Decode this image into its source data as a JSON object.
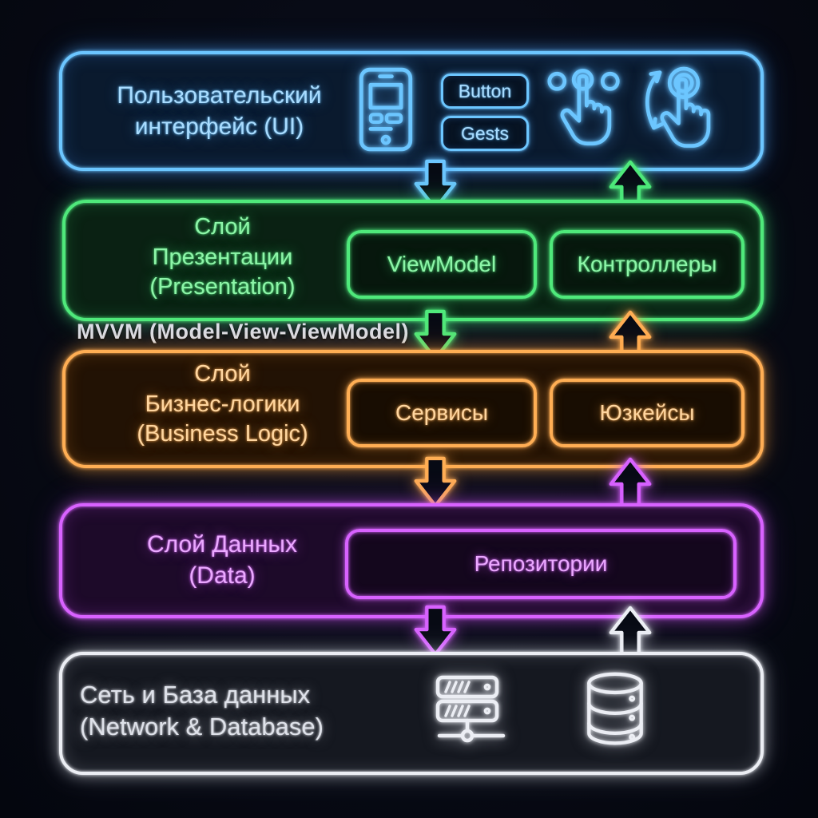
{
  "diagram_title": "MVVM architecture layers (neon diagram)",
  "colors": {
    "background": "#070a14",
    "ui_blue": "#6cc6ff",
    "presentation_green": "#4fe97b",
    "business_orange": "#ffae54",
    "data_purple": "#d862ff",
    "network_white": "#eceef4"
  },
  "ui_layer": {
    "title_line1": "Пользовательский",
    "title_line2": "интерфейс (UI)",
    "button_label": "Button",
    "gests_label": "Gests",
    "icons": [
      "smartphone-icon",
      "tap-buttons-icon",
      "swipe-tap-icon"
    ]
  },
  "presentation_layer": {
    "title_line1": "Слой",
    "title_line2": "Презентации",
    "title_line3": "(Presentation)",
    "box1": "ViewModel",
    "box2": "Контроллеры"
  },
  "mvvm_note": "MVVM (Model-View-ViewModel)",
  "business_layer": {
    "title_line1": "Слой",
    "title_line2": "Бизнес-логики",
    "title_line3": "(Business Logic)",
    "box1": "Сервисы",
    "box2": "Юзкейсы"
  },
  "data_layer": {
    "title_line1": "Слой Данных",
    "title_line2": "(Data)",
    "box1": "Репозитории"
  },
  "network_layer": {
    "title_line1": "Сеть и База данных",
    "title_line2": "(Network & Database)",
    "icons": [
      "server-icon",
      "database-icon"
    ]
  },
  "flow_arrows": [
    {
      "between": "ui-presentation",
      "down_color": "#6cc6ff",
      "up_color": "#4fe97b"
    },
    {
      "between": "presentation-business",
      "down_color": "#4fe97b",
      "up_color": "#ffae54"
    },
    {
      "between": "business-data",
      "down_color": "#ffae54",
      "up_color": "#d862ff"
    },
    {
      "between": "data-network",
      "down_color": "#d862ff",
      "up_color": "#eceef4"
    }
  ]
}
